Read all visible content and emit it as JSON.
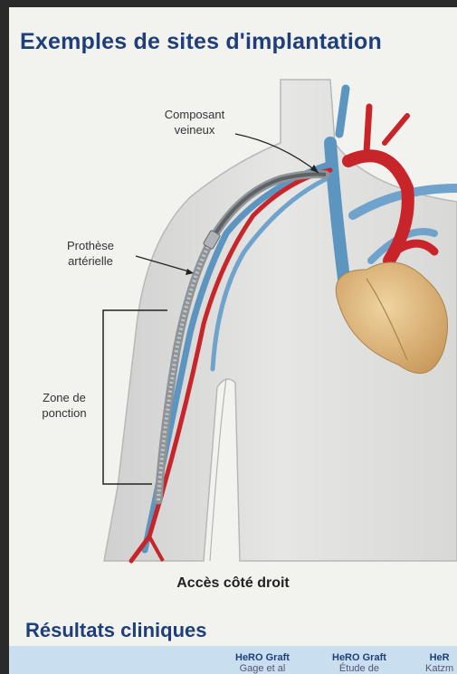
{
  "title": "Exemples de sites d'implantation",
  "labels": {
    "venous_component": [
      "Composant",
      "veineux"
    ],
    "arterial_graft": [
      "Prothèse",
      "artérielle"
    ],
    "puncture_zone": [
      "Zone de",
      "ponction"
    ]
  },
  "caption": "Accès côté droit",
  "results_title": "Résultats cliniques",
  "table_headers": [
    {
      "title": "HeRO Graft",
      "sub": "Gage et al"
    },
    {
      "title": "HeRO Graft",
      "sub": "Étude de"
    },
    {
      "title": "HeR",
      "sub": "Katzm"
    }
  ],
  "colors": {
    "title": "#1f3f7a",
    "artery": "#c8252b",
    "vein": "#5b95c0",
    "heart": "#d9b27a",
    "table_band": "#c9deee"
  }
}
